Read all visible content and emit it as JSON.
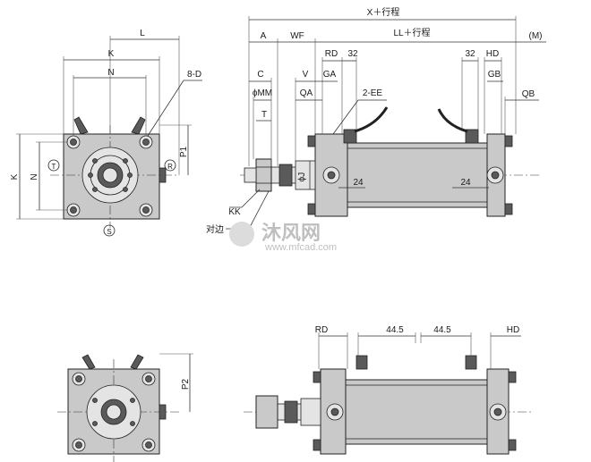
{
  "front_view": {
    "L": "L",
    "K": "K",
    "N": "N",
    "8D": "8-D",
    "P1": "P1",
    "K_side": "K",
    "N_side": "N",
    "T_mark": "T",
    "R_mark": "R",
    "S_mark": "S"
  },
  "side_view": {
    "X_stroke": "X＋行程",
    "A": "A",
    "WF": "WF",
    "LL_stroke": "LL＋行程",
    "M": "(M)",
    "C": "C",
    "V": "V",
    "RD": "RD",
    "GA": "GA",
    "dim32_left": "32",
    "dim32_right": "32",
    "HD": "HD",
    "GB": "GB",
    "QB": "QB",
    "phiMM": "ϕMM",
    "QA": "QA",
    "EE": "2-EE",
    "T": "T",
    "phiJ": "ϕJ",
    "dim24_left": "24",
    "dim24_right": "24",
    "KK": "KK",
    "across_flats": "对边"
  },
  "lower_front": {
    "P2": "P2"
  },
  "lower_side": {
    "RD": "RD",
    "dim44_left": "44.5",
    "dim44_right": "44.5",
    "HD": "HD"
  },
  "watermark": {
    "cn": "沐风网",
    "url": "www.mfcad.com"
  }
}
